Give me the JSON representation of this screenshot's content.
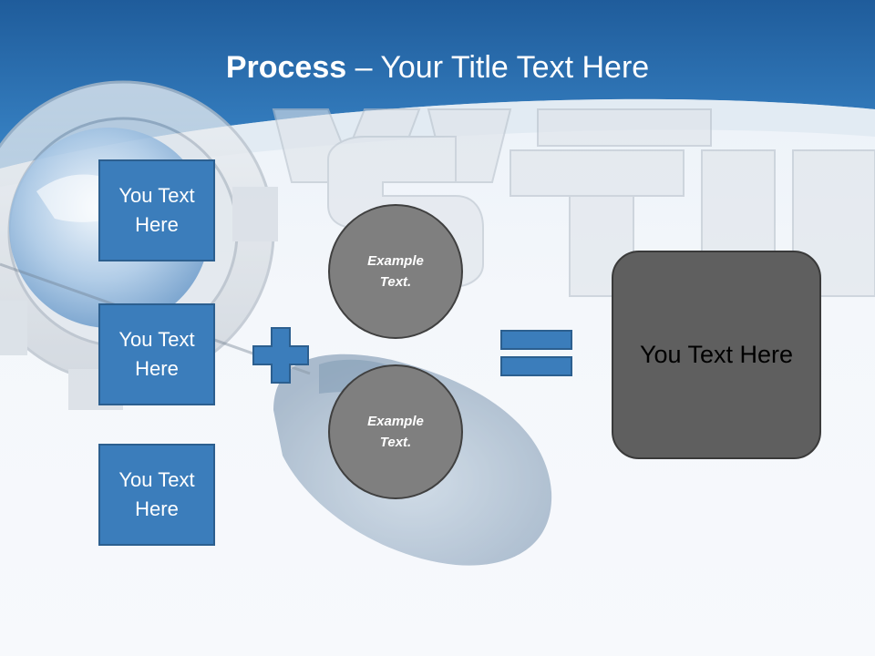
{
  "slide": {
    "title_bold": "Process",
    "title_rest": " – Your Title Text Here",
    "boxes": [
      {
        "label": "You Text Here"
      },
      {
        "label": "You Text Here"
      },
      {
        "label": "You Text Here"
      }
    ],
    "circles": [
      {
        "label": "Example Text."
      },
      {
        "label": "Example Text."
      }
    ],
    "result": {
      "label": "You Text Here"
    },
    "operators": [
      "plus-icon",
      "equals-icon"
    ],
    "colors": {
      "header_blue": "#2b6fb3",
      "box_fill": "#3b7dbb",
      "circle_fill": "#7f7f7f",
      "result_fill": "#5f5f5f"
    }
  }
}
